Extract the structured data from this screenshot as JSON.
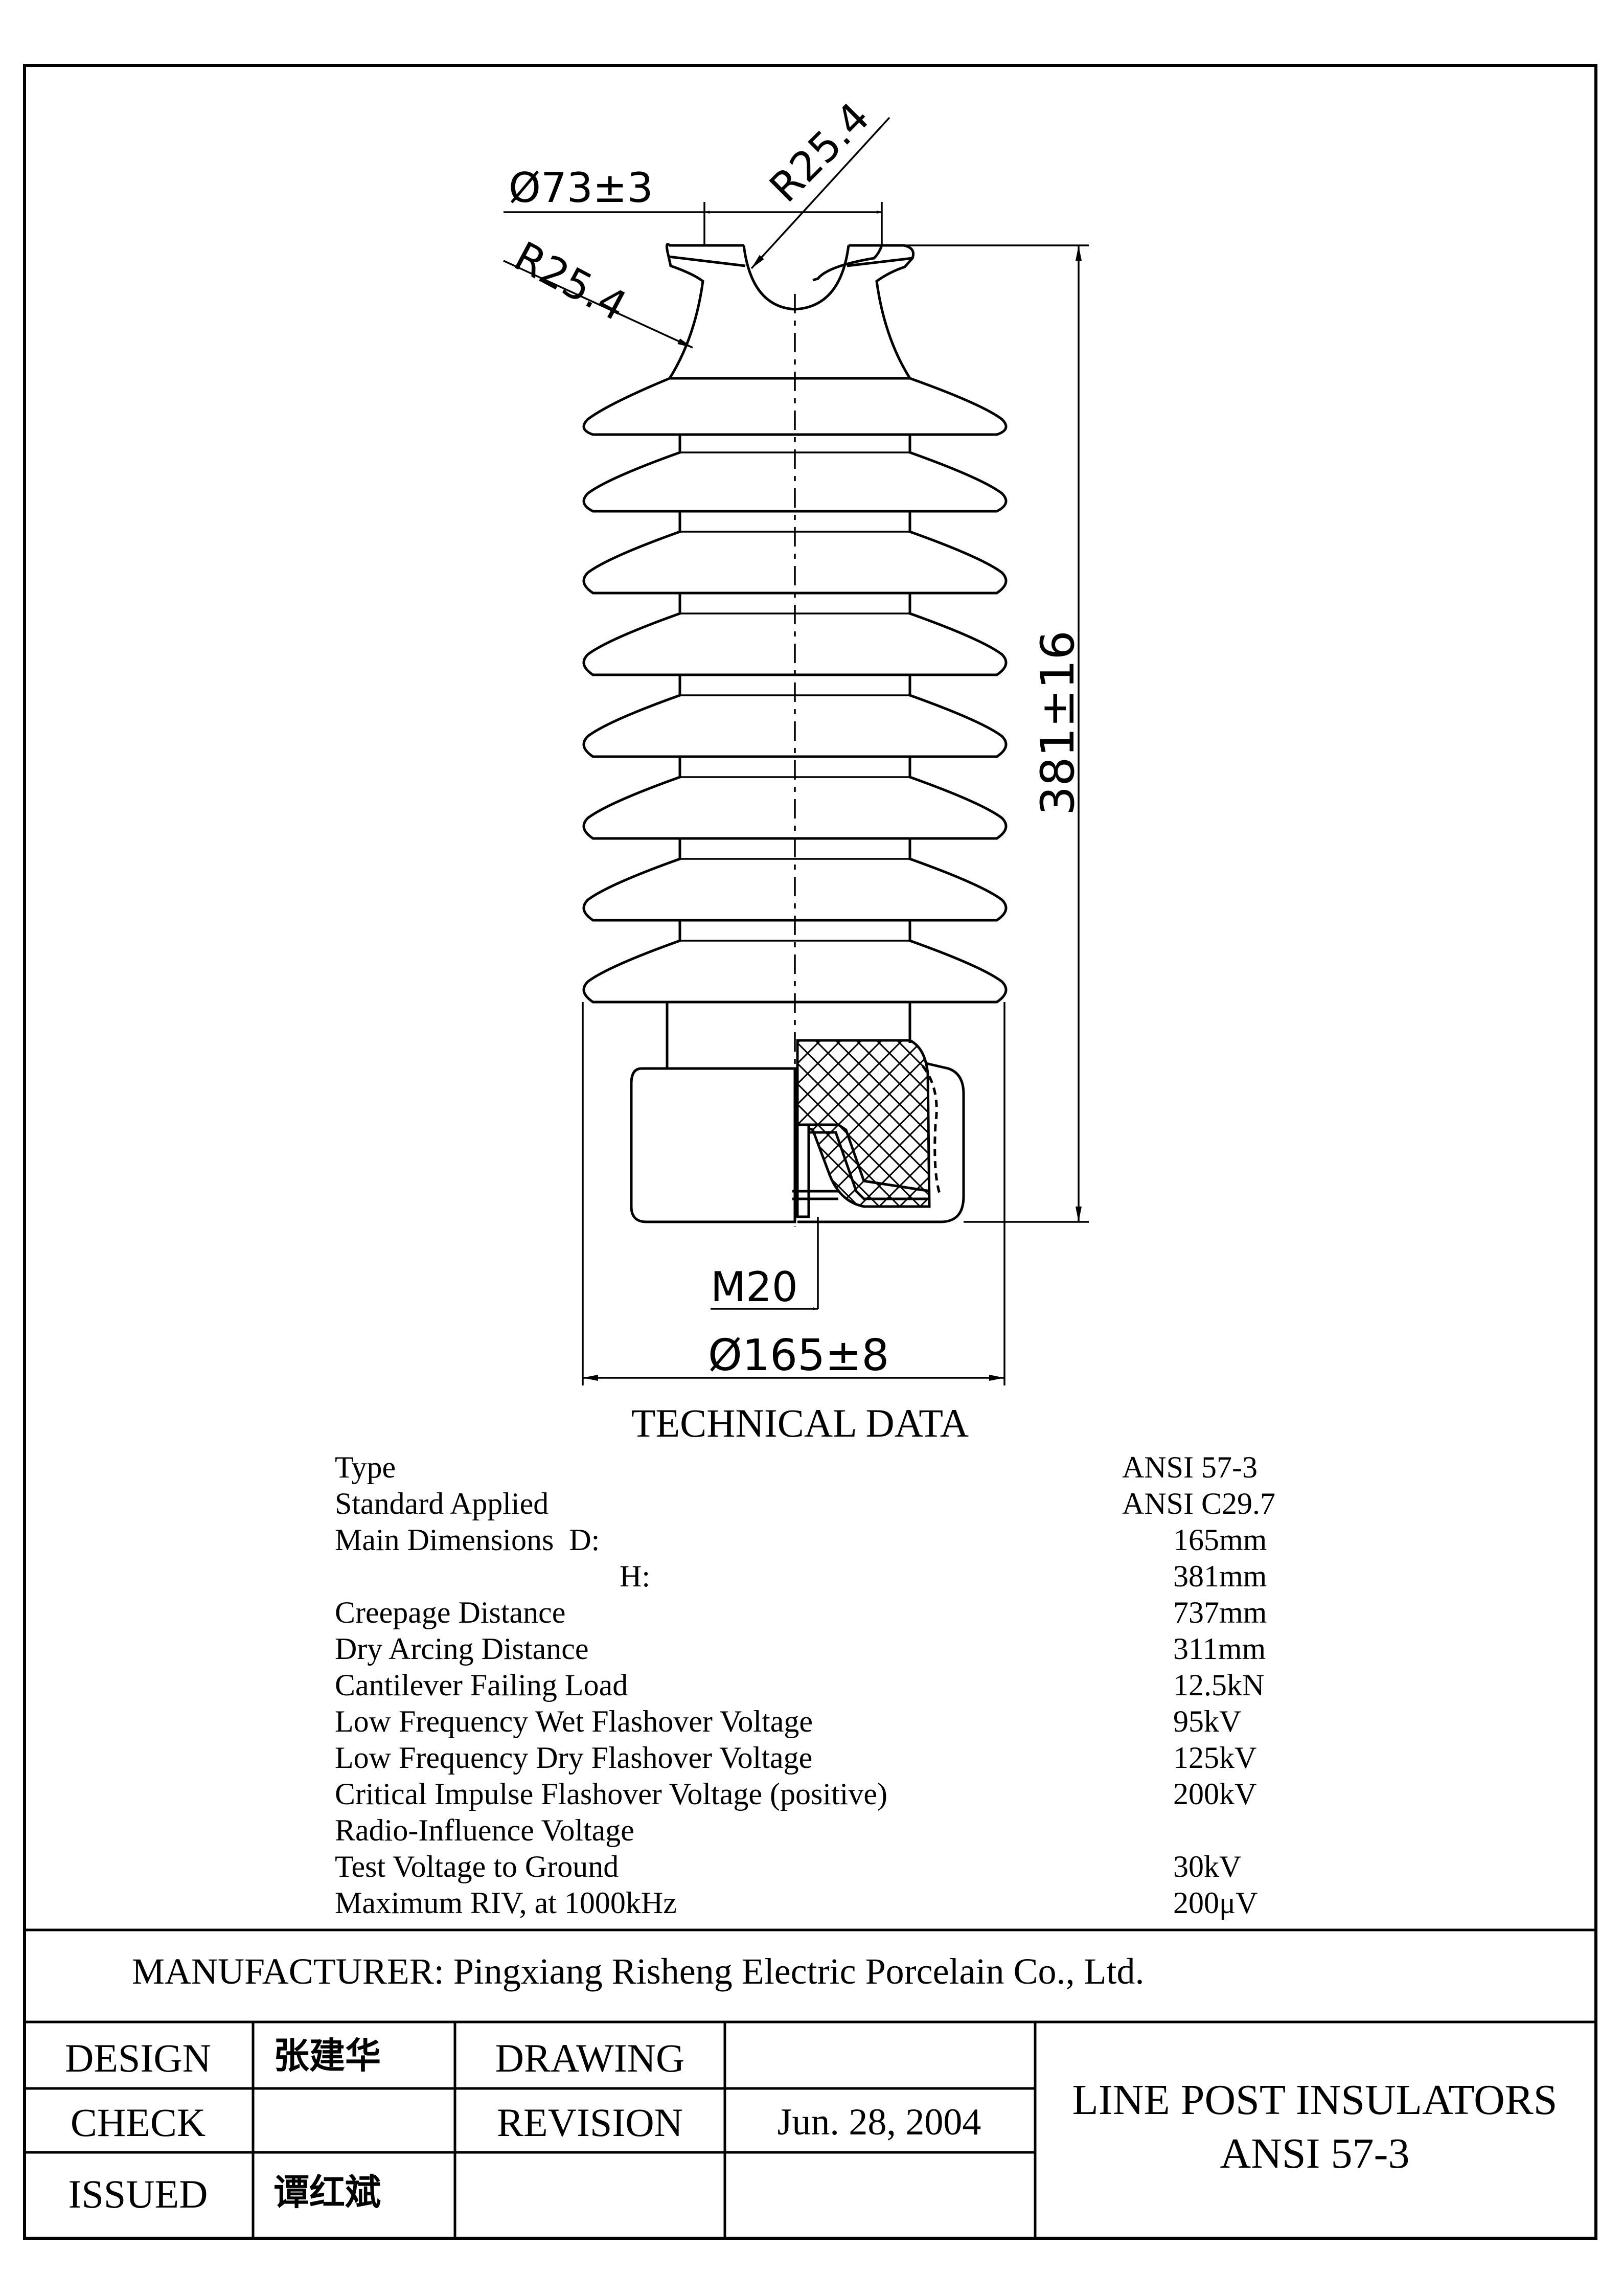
{
  "drawing": {
    "dimensions": {
      "top_diameter": "Ø73±3",
      "top_radius_right": "R25.4",
      "top_radius_left": "R25.4",
      "height": "381±16",
      "thread": "M20",
      "bottom_diameter": "Ø165±8"
    }
  },
  "technical_data": {
    "heading": "TECHNICAL DATA",
    "rows": [
      {
        "label": "Type",
        "value": "ANSI 57-3"
      },
      {
        "label": "Standard Applied",
        "value": "ANSI C29.7"
      },
      {
        "label": "Main Dimensions  D:",
        "value": "165mm"
      },
      {
        "label": "H:",
        "value": "381mm"
      },
      {
        "label": "Creepage Distance",
        "value": "737mm"
      },
      {
        "label": "Dry Arcing Distance",
        "value": "311mm"
      },
      {
        "label": "Cantilever Failing Load",
        "value": "12.5kN"
      },
      {
        "label": "Low Frequency Wet Flashover Voltage",
        "value": "95kV"
      },
      {
        "label": "Low Frequency Dry Flashover Voltage",
        "value": "125kV"
      },
      {
        "label": "Critical Impulse Flashover Voltage (positive)",
        "value": "200kV"
      },
      {
        "label": "Radio-Influence Voltage",
        "value": ""
      },
      {
        "label": "Test Voltage to Ground",
        "value": "30kV"
      },
      {
        "label": "Maximum RIV, at 1000kHz",
        "value": "200μV"
      }
    ]
  },
  "manufacturer": "MANUFACTURER: Pingxiang Risheng Electric Porcelain Co., Ltd.",
  "title_block": {
    "design_label": "DESIGN",
    "design_name": "张建华",
    "check_label": "CHECK",
    "check_name": "",
    "issued_label": "ISSUED",
    "issued_name": "谭红斌",
    "drawing_label": "DRAWING",
    "drawing_value": "",
    "revision_label": "REVISION",
    "revision_date": "Jun. 28, 2004",
    "title_line1": "LINE POST INSULATORS",
    "title_line2": "ANSI 57-3"
  }
}
